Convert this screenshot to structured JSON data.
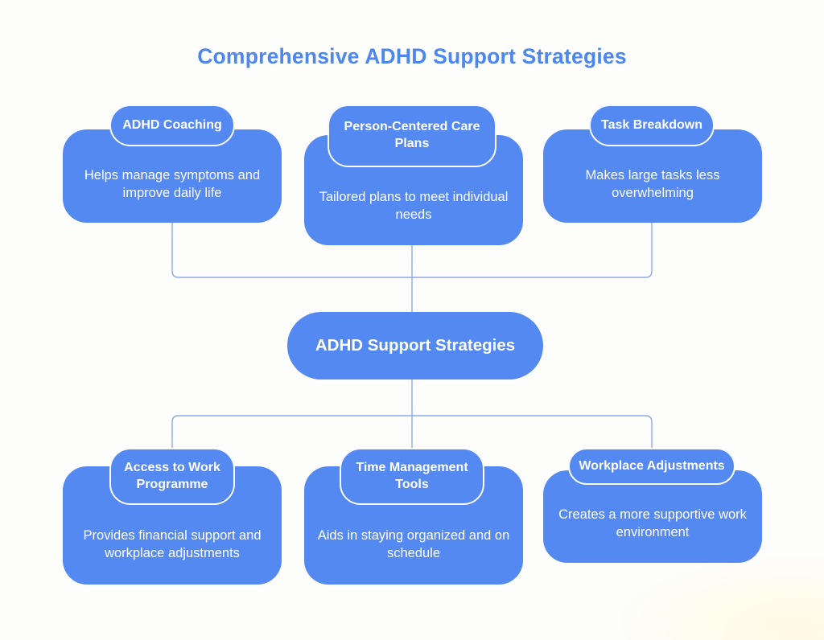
{
  "title": "Comprehensive ADHD Support Strategies",
  "colors": {
    "node_blue": "#5589f2",
    "title_blue": "#4c86f0",
    "connector_blue": "#8fa9e9",
    "node_text": "#ffffff",
    "pill_border": "#f7faff",
    "background": "#fdfdfc"
  },
  "center_node": {
    "label": "ADHD Support Strategies"
  },
  "top_nodes": [
    {
      "label": "ADHD Coaching",
      "description": "Helps manage symptoms and improve daily life"
    },
    {
      "label": "Person-Centered Care Plans",
      "description": "Tailored plans to meet individual needs"
    },
    {
      "label": "Task Breakdown",
      "description": "Makes large tasks less overwhelming"
    }
  ],
  "bottom_nodes": [
    {
      "label": "Access to Work Programme",
      "description": "Provides financial support and workplace adjustments"
    },
    {
      "label": "Time Management Tools",
      "description": "Aids in staying organized and on schedule"
    },
    {
      "label": "Workplace Adjustments",
      "description": "Creates a more supportive work environment"
    }
  ]
}
